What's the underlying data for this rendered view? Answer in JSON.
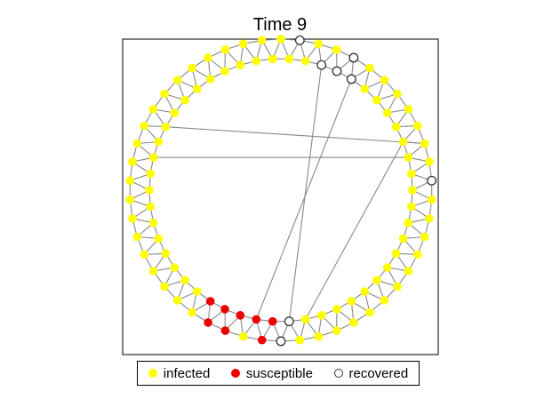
{
  "title": "Time 9",
  "colors": {
    "infected": "#ffff00",
    "susceptible": "#ee0000",
    "recovered": "#ffffff",
    "edge": "#888888",
    "outline": "#333333"
  },
  "legend": [
    {
      "label": "infected",
      "state": "infected"
    },
    {
      "label": "susceptible",
      "state": "susceptible"
    },
    {
      "label": "recovered",
      "state": "recovered"
    }
  ],
  "network": {
    "node_count": 100,
    "recovered_nodes": [
      2,
      5,
      7,
      8,
      9,
      24,
      49,
      50
    ],
    "susceptible_nodes": [
      51,
      52,
      53,
      55,
      56,
      57,
      58,
      59
    ],
    "long_links": [
      [
        5,
        49
      ],
      [
        9,
        53
      ],
      [
        19,
        47
      ],
      [
        21,
        79
      ],
      [
        20,
        83
      ]
    ]
  }
}
